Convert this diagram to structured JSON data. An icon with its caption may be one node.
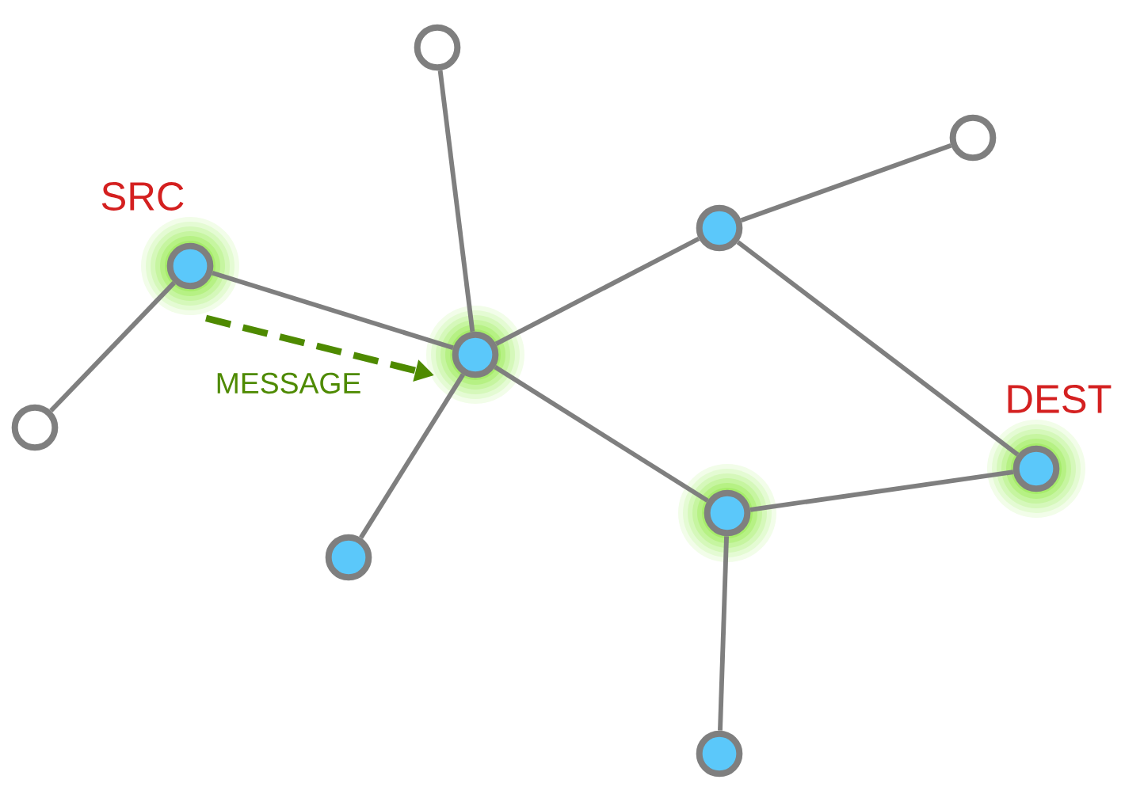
{
  "diagram": {
    "nodes": [
      {
        "text": [],
        "shape": "circle",
        "beside": [
          "SRC"
        ]
      },
      {
        "text": [],
        "shape": "circle"
      },
      {
        "text": [],
        "shape": "circle"
      },
      {
        "text": [],
        "shape": "circle"
      },
      {
        "text": [],
        "shape": "circle"
      },
      {
        "text": [],
        "shape": "circle"
      },
      {
        "text": [],
        "shape": "circle"
      },
      {
        "text": [],
        "shape": "circle"
      },
      {
        "text": [],
        "shape": "circle",
        "beside": [
          "DEST"
        ]
      },
      {
        "text": [],
        "shape": "circle"
      }
    ],
    "edges": [
      {
        "from": 0,
        "to": 1,
        "arrow": "none"
      },
      {
        "from": 0,
        "to": 3,
        "arrow": "none"
      },
      {
        "from": 2,
        "to": 3,
        "arrow": "none"
      },
      {
        "from": 3,
        "to": 4,
        "arrow": "none"
      },
      {
        "from": 3,
        "to": 5,
        "arrow": "none"
      },
      {
        "from": 5,
        "to": 6,
        "arrow": "none"
      },
      {
        "from": 5,
        "to": 8,
        "arrow": "none"
      },
      {
        "from": 3,
        "to": 7,
        "arrow": "none"
      },
      {
        "from": 7,
        "to": 8,
        "arrow": "none"
      },
      {
        "from": 7,
        "to": 9,
        "arrow": "none"
      },
      {
        "from": 0,
        "to": 3,
        "arrow": "to",
        "style": "dashed",
        "color": "#4e8a00",
        "label": "MESSAGE"
      }
    ]
  }
}
